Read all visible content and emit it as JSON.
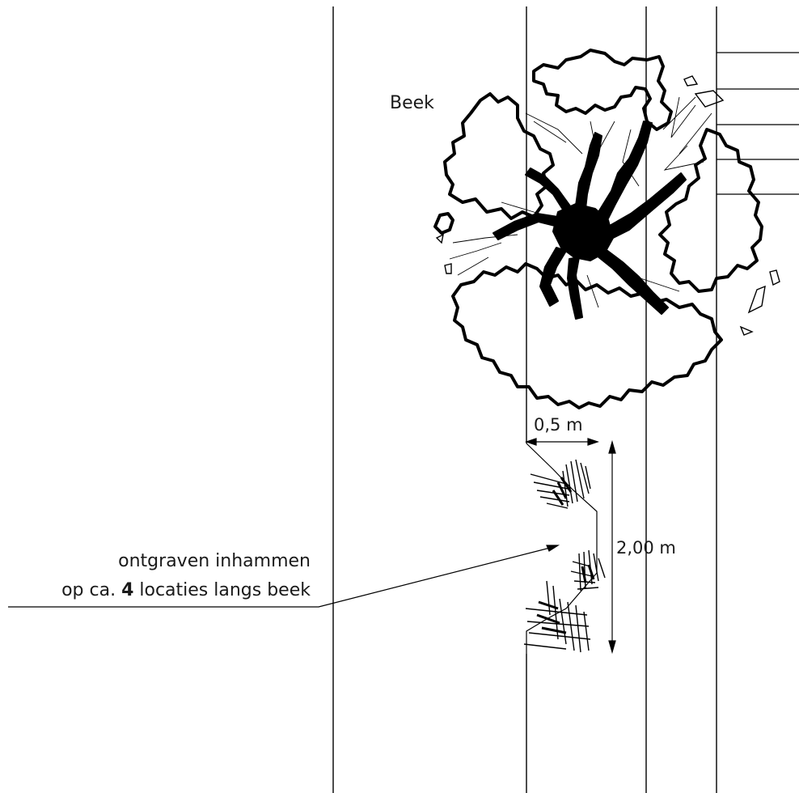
{
  "labels": {
    "stream": "Beek",
    "note_line1": "ontgraven inhammen",
    "note_line2_prefix": "op ca. ",
    "note_line2_number": "4",
    "note_line2_suffix": " locaties langs beek"
  },
  "dimensions": {
    "width": "0,5 m",
    "length": "2,00 m"
  },
  "colors": {
    "ink": "#000000",
    "text": "#1a1a1a",
    "background": "#ffffff"
  }
}
